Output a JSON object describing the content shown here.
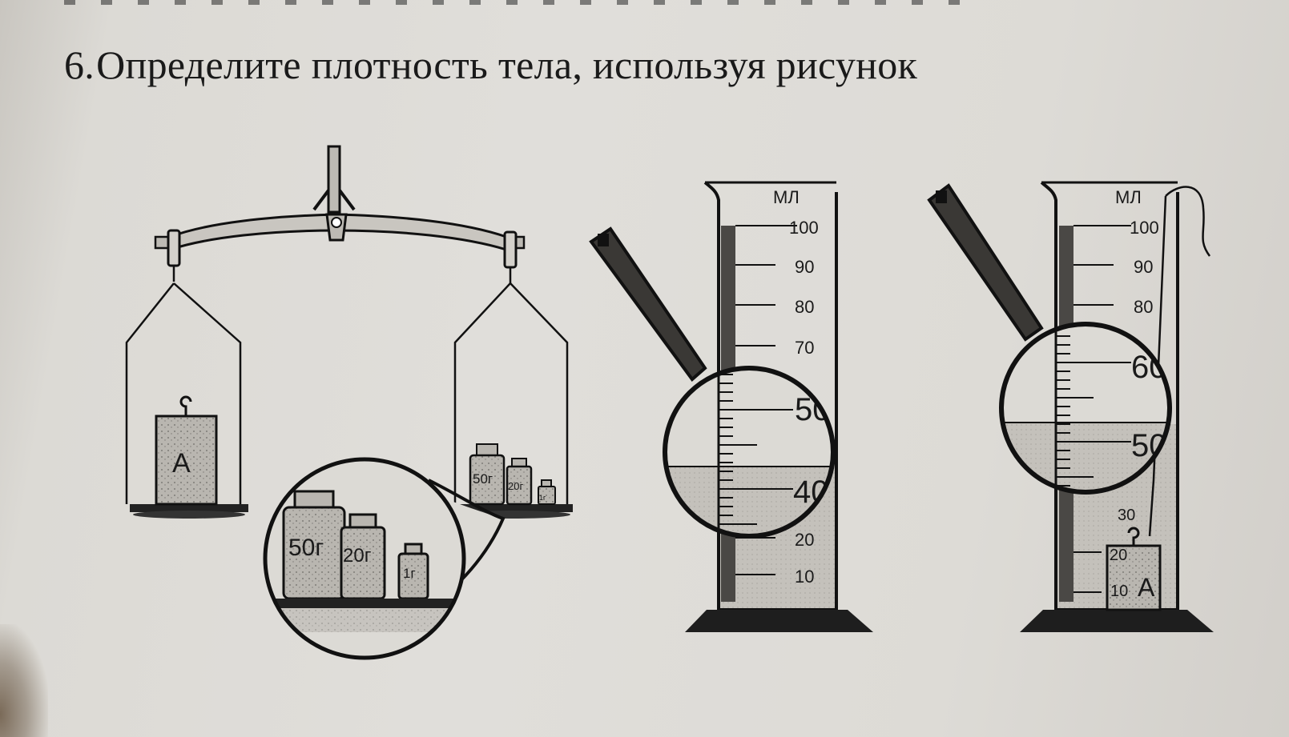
{
  "task": {
    "number": "6.",
    "text": "Определите плотность тела, используя рисунок"
  },
  "balance": {
    "body_label": "A",
    "weights": [
      "50г",
      "20г",
      "1г"
    ],
    "weights_zoom": [
      "50г",
      "20г",
      "1г"
    ]
  },
  "cylinder1": {
    "unit": "МЛ",
    "scale_labels": [
      "100",
      "90",
      "80",
      "70",
      "50",
      "40",
      "20",
      "10"
    ],
    "level_ml": 40
  },
  "cylinder2": {
    "unit": "МЛ",
    "scale_labels": [
      "100",
      "90",
      "80",
      "60",
      "50",
      "30",
      "20",
      "10"
    ],
    "body_label": "A",
    "level_ml": 50
  }
}
